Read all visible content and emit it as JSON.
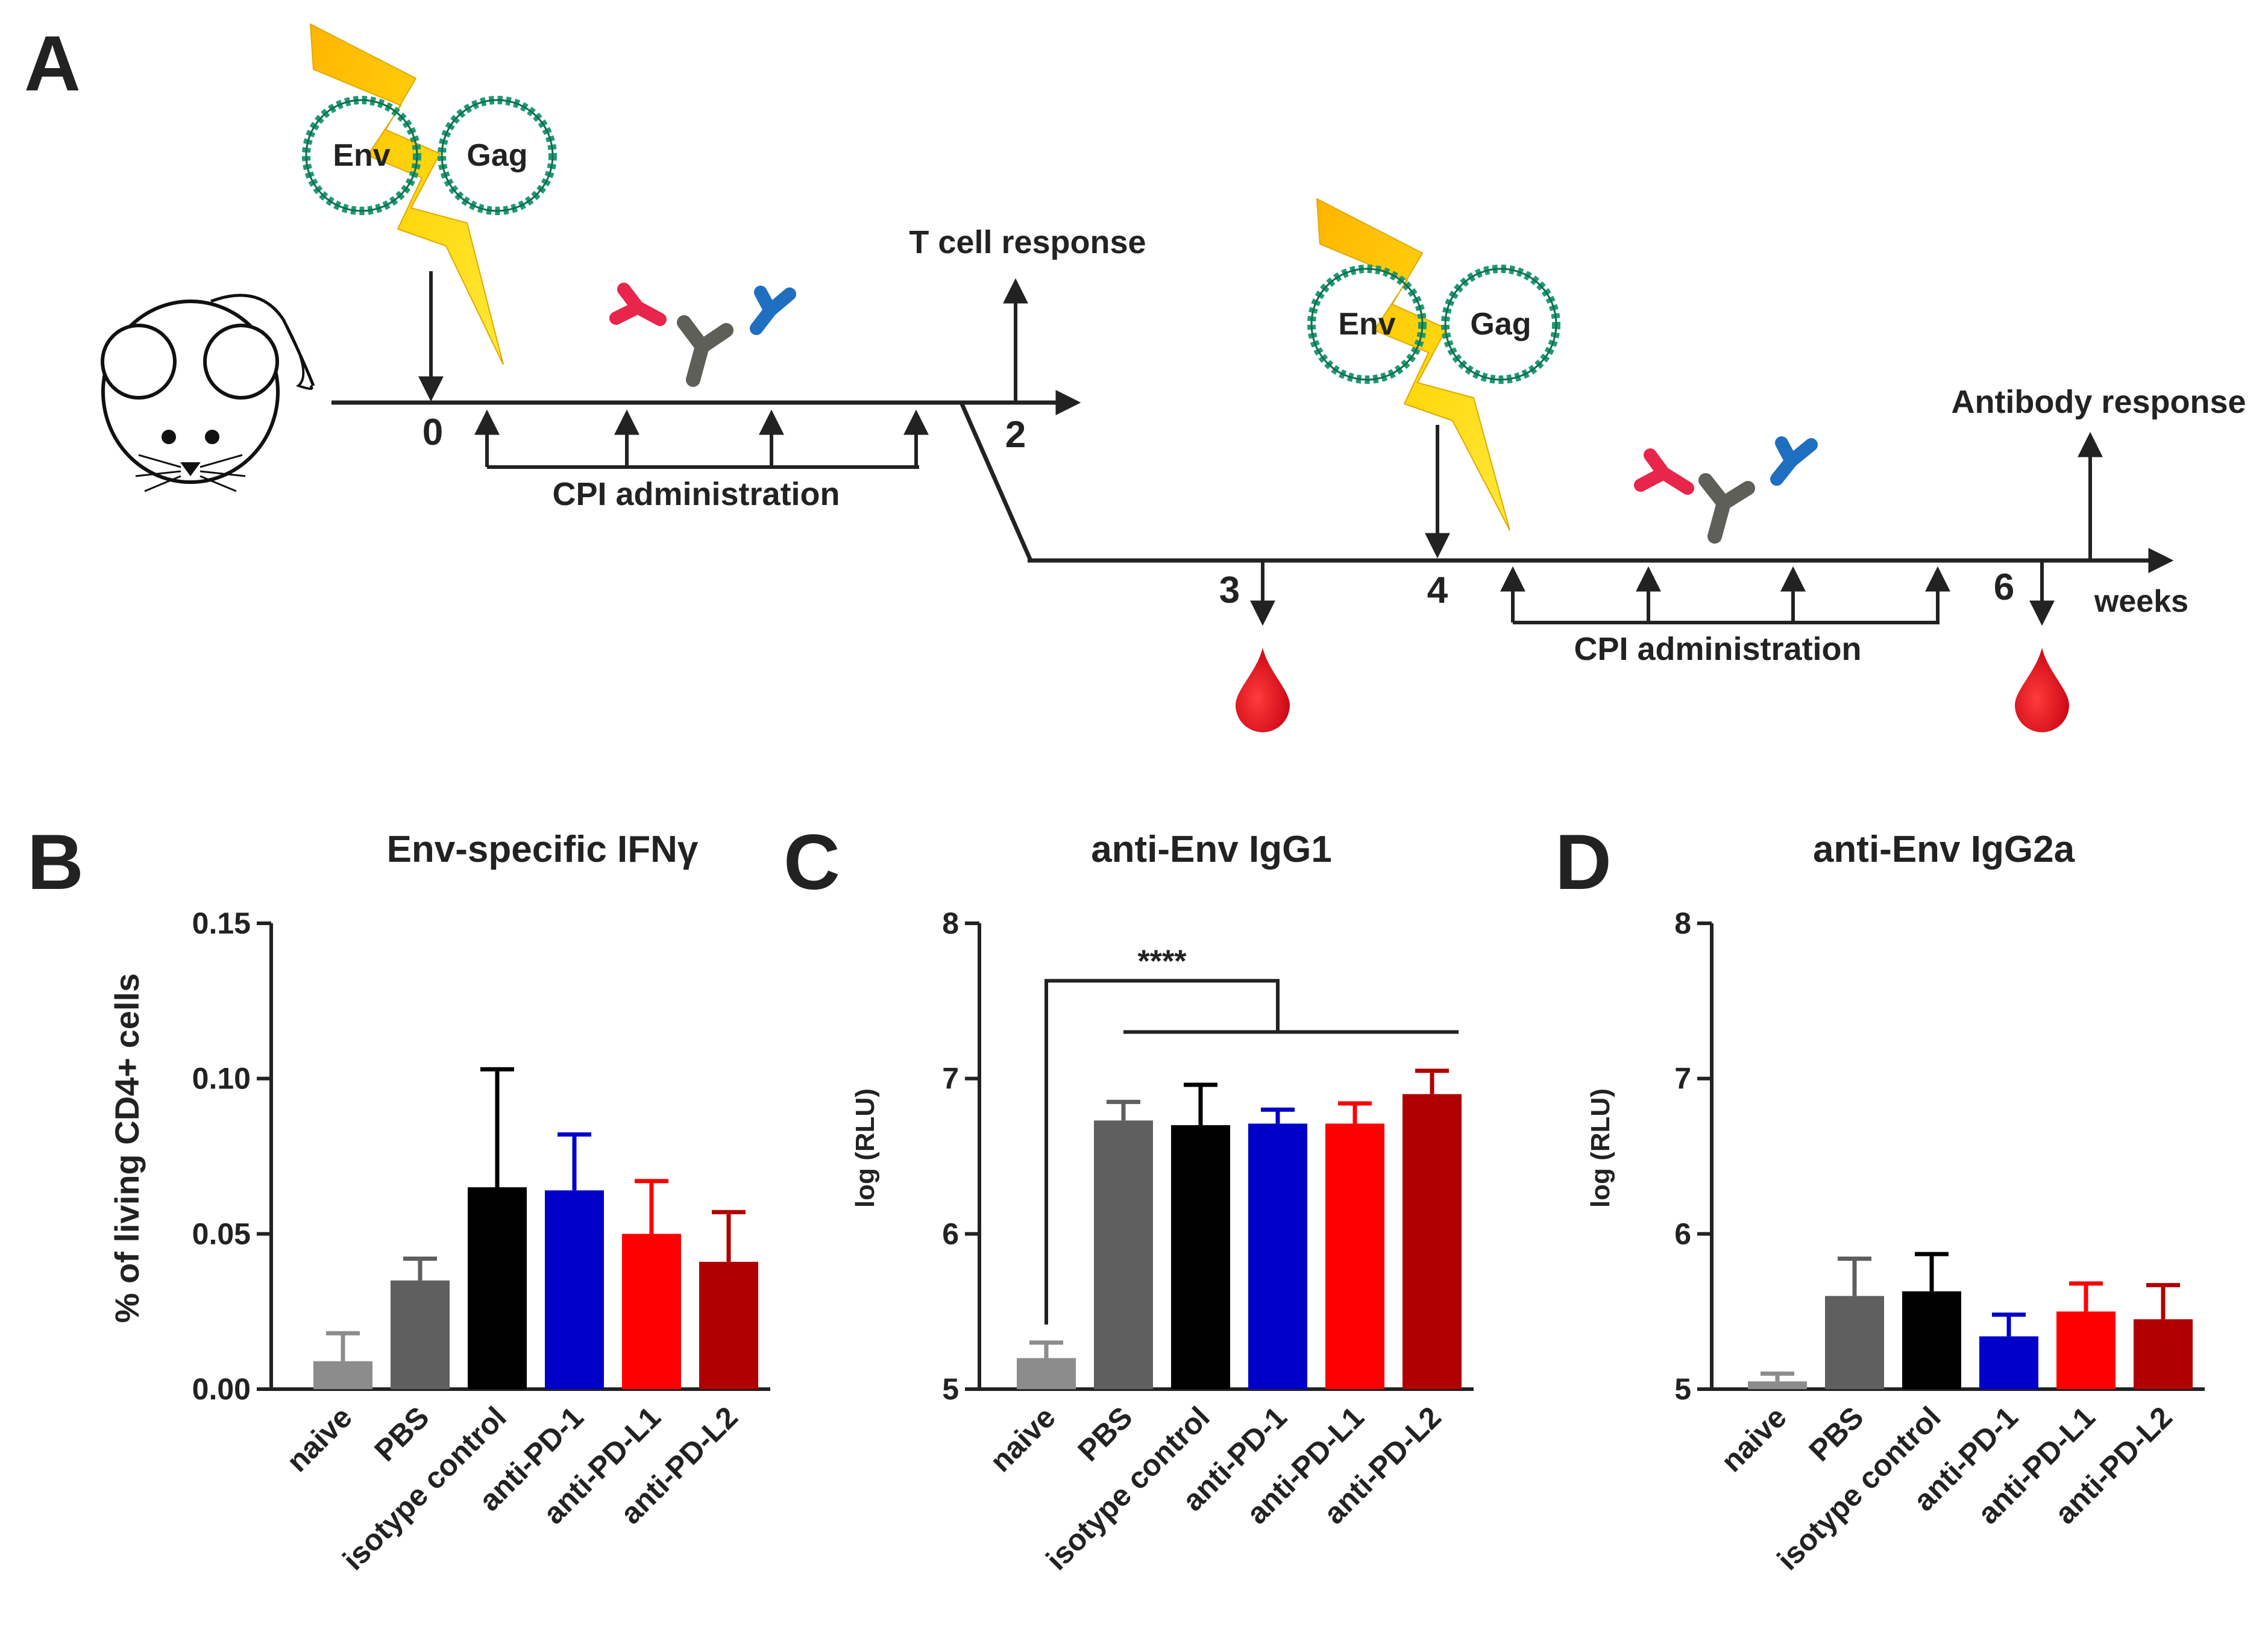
{
  "panel_a": {
    "letter": "A",
    "plasmid_left": "Env",
    "plasmid_right": "Gag",
    "timeline1_ticks": [
      "0",
      "2"
    ],
    "timeline2_ticks": [
      "3",
      "4",
      "6"
    ],
    "weeks_label": "weeks",
    "t_cell_label": "T cell response",
    "antibody_label": "Antibody response",
    "cpi_label": "CPI administration",
    "colors": {
      "antibody_red": "#e8254a",
      "antibody_gray": "#5f5f5a",
      "antibody_blue": "#1f6fc0",
      "lightning": "#ffd30f",
      "plasmid": "#1f9a6e",
      "blood": "#e0141e"
    }
  },
  "chart_data": [
    {
      "letter": "B",
      "type": "bar",
      "title": "Env-specific IFNγ",
      "ylabel": "% of living CD4+ cells",
      "ylim": [
        0,
        0.15
      ],
      "yticks": [
        "0.00",
        "0.05",
        "0.10",
        "0.15"
      ],
      "categories": [
        "naive",
        "PBS",
        "isotype control",
        "anti-PD-1",
        "anti-PD-L1",
        "anti-PD-L2"
      ],
      "values": [
        0.009,
        0.035,
        0.065,
        0.064,
        0.05,
        0.041
      ],
      "errors": [
        0.009,
        0.007,
        0.038,
        0.018,
        0.017,
        0.016
      ],
      "colors": [
        "#8c8c8c",
        "#5f5f5f",
        "#000000",
        "#0000c8",
        "#ff0000",
        "#b00000"
      ]
    },
    {
      "letter": "C",
      "type": "bar",
      "title": "anti-Env IgG1",
      "ylabel": "log (RLU)",
      "ylim": [
        5,
        8
      ],
      "yticks": [
        "5",
        "6",
        "7",
        "8"
      ],
      "categories": [
        "naive",
        "PBS",
        "isotype control",
        "anti-PD-1",
        "anti-PD-L1",
        "anti-PD-L2"
      ],
      "values": [
        5.2,
        6.73,
        6.7,
        6.71,
        6.71,
        6.9
      ],
      "errors": [
        0.1,
        0.12,
        0.26,
        0.09,
        0.13,
        0.15
      ],
      "colors": [
        "#8c8c8c",
        "#5f5f5f",
        "#000000",
        "#0000c8",
        "#ff0000",
        "#b00000"
      ],
      "annotation": "****"
    },
    {
      "letter": "D",
      "type": "bar",
      "title": "anti-Env IgG2a",
      "ylabel": "log (RLU)",
      "ylim": [
        5,
        8
      ],
      "yticks": [
        "5",
        "6",
        "7",
        "8"
      ],
      "categories": [
        "naive",
        "PBS",
        "isotype control",
        "anti-PD-1",
        "anti-PD-L1",
        "anti-PD-L2"
      ],
      "values": [
        5.05,
        5.6,
        5.63,
        5.34,
        5.5,
        5.45
      ],
      "errors": [
        0.05,
        0.24,
        0.24,
        0.14,
        0.18,
        0.22
      ],
      "colors": [
        "#8c8c8c",
        "#5f5f5f",
        "#000000",
        "#0000c8",
        "#ff0000",
        "#b00000"
      ]
    }
  ]
}
